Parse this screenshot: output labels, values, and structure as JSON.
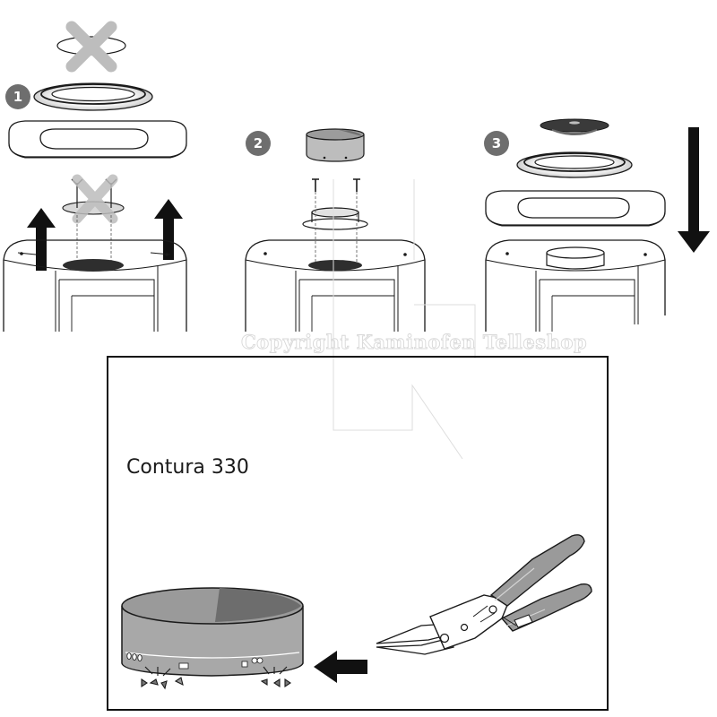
{
  "steps": [
    {
      "number": "1"
    },
    {
      "number": "2"
    },
    {
      "number": "3"
    }
  ],
  "watermark": "Copyright Kaminofen Tellesho​p",
  "detail_panel": {
    "title": "Contura 330"
  },
  "icons": {
    "remove": "cross-mark-icon",
    "lift": "arrow-up-icon",
    "lower": "arrow-down-icon",
    "direction": "arrow-left-icon",
    "tool": "tin-snips-icon"
  },
  "colors": {
    "badge": "#6e6e6e",
    "arrow": "#111111",
    "cross": "#bdbdbd",
    "ring_fill": "#efefef",
    "flue_fill": "#a8a8a8",
    "handle": "#9a9a9a",
    "outline": "#1a1a1a"
  }
}
